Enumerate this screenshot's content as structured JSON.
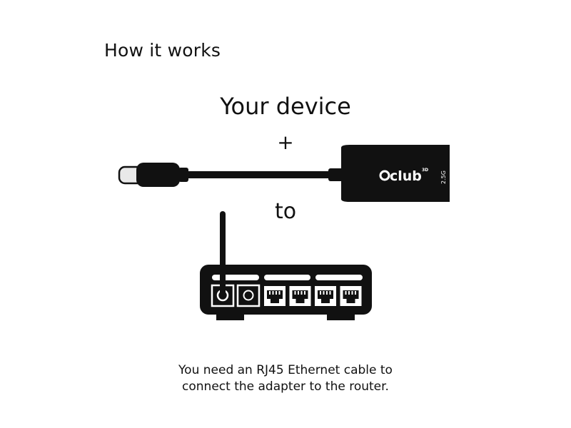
{
  "heading": "How it works",
  "device_title": "Your device",
  "plus_symbol": "+",
  "to_label": "to",
  "adapter": {
    "brand": "club",
    "brand_superscript": "3D",
    "speed_rating": "2.5G"
  },
  "caption": {
    "line1": "You need an RJ45 Ethernet cable to",
    "line2": "connect the adapter to the router."
  },
  "router": {
    "ethernet_ports": 4
  },
  "colors": {
    "ink": "#111111",
    "background": "#ffffff",
    "connector_metal": "#e9e9e9"
  }
}
